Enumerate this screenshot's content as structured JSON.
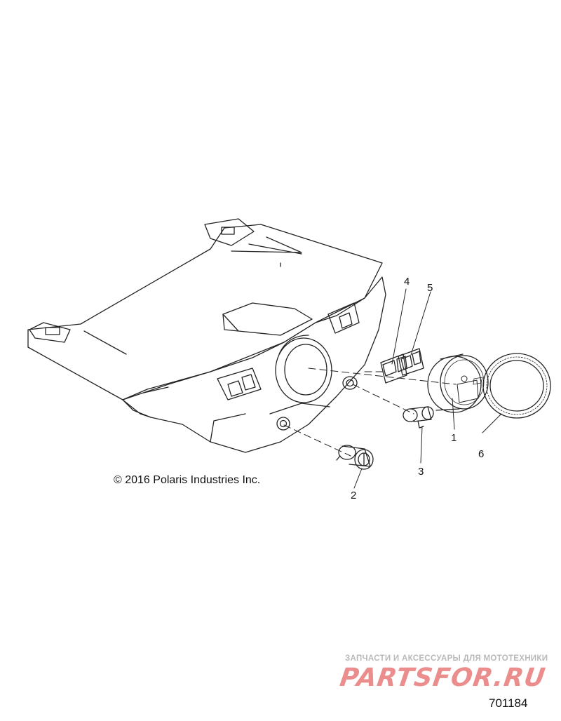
{
  "diagram": {
    "callouts": {
      "c1": "1",
      "c2": "2",
      "c3": "3",
      "c4": "4",
      "c5": "5",
      "c6": "6"
    },
    "copyright": "© 2016 Polaris Industries Inc.",
    "figure_number": "701184"
  },
  "watermark": {
    "tagline": "ЗАПЧАСТИ И АКСЕССУАРЫ ДЛЯ МОТОТЕХНИКИ",
    "logo": "PARTSFOR.RU"
  },
  "colors": {
    "line": "#222222",
    "watermark_red": "#e87a7a",
    "watermark_gray": "#b9b9b9"
  }
}
